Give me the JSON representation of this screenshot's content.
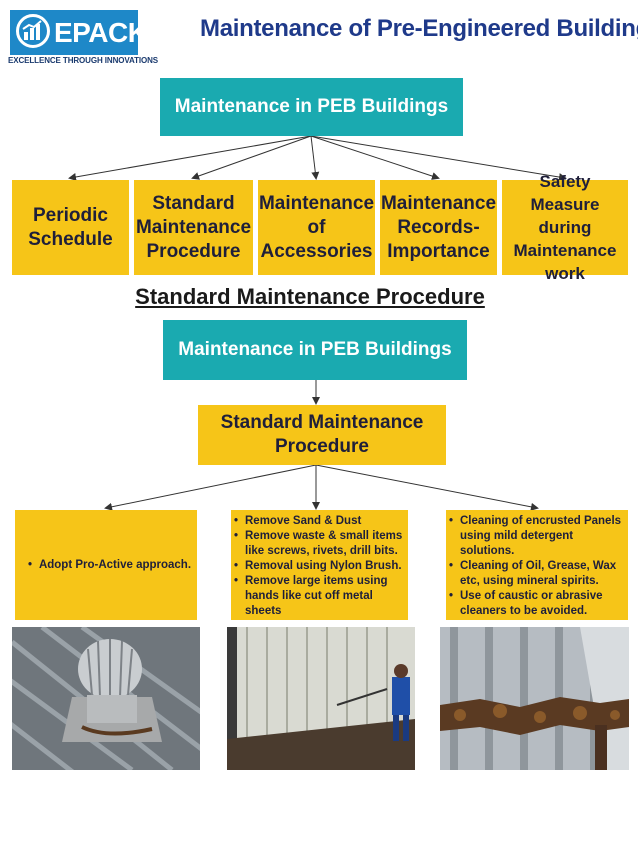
{
  "logo": {
    "brand": "EPACK",
    "tagline": "EXCELLENCE THROUGH INNOVATIONS",
    "icon": "bar-chart-icon"
  },
  "title": "Maintenance of Pre-Engineered Building",
  "top_box": "Maintenance in PEB Buildings",
  "categories": [
    "Periodic Schedule",
    "Standard Maintenance Procedure",
    "Maintenance of Accessories",
    "Maintenance Records- Importance",
    "Safety Measure during Maintenance work"
  ],
  "section_heading": "Standard Maintenance Procedure",
  "second_box": "Maintenance in PEB Buildings",
  "procedure_box": "Standard Maintenance Procedure",
  "tips": [
    [
      "Adopt Pro-Active approach."
    ],
    [
      "Remove Sand & Dust",
      "Remove waste & small items like screws, rivets, drill bits.",
      "Removal using Nylon Brush.",
      "Remove large items using hands like cut off metal sheets"
    ],
    [
      "Cleaning of encrusted Panels using mild detergent solutions.",
      "Cleaning of Oil, Grease, Wax etc, using mineral spirits.",
      "Use of caustic or abrasive cleaners to be avoided."
    ]
  ],
  "colors": {
    "teal": "#1aaab0",
    "yellow": "#f6c518",
    "title_blue": "#1f3a8a",
    "logo_blue": "#1e88c8"
  }
}
